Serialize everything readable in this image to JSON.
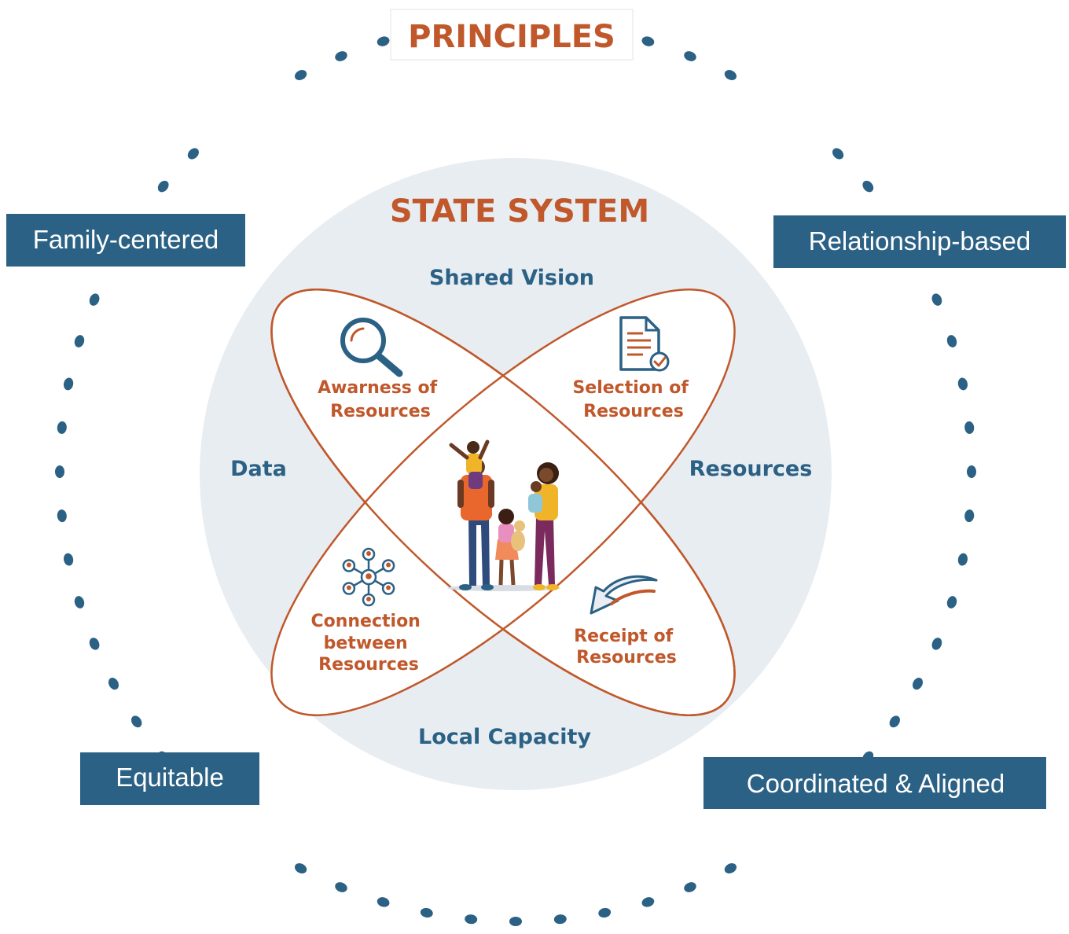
{
  "principles": {
    "title": "PRINCIPLES",
    "items": {
      "family_centered": "Family-centered",
      "relationship_based": "Relationship-based",
      "equitable": "Equitable",
      "coordinated_aligned": "Coordinated & Aligned"
    }
  },
  "state_system": {
    "title": "STATE SYSTEM",
    "pillars": {
      "top": "Shared Vision",
      "left": "Data",
      "right": "Resources",
      "bottom": "Local Capacity"
    }
  },
  "stages": {
    "awareness": [
      "Awarness of",
      "Resources"
    ],
    "selection": [
      "Selection of",
      "Resources"
    ],
    "connection": [
      "Connection",
      "between",
      "Resources"
    ],
    "receipt": [
      "Receipt of",
      "Resources"
    ]
  },
  "icons": {
    "awareness": "magnifying-glass-icon",
    "selection": "document-check-icon",
    "connection": "network-people-icon",
    "receipt": "curved-arrow-icon",
    "center": "family-illustration"
  },
  "colors": {
    "accent_orange": "#c0582b",
    "primary_blue": "#2b6184",
    "circle_fill": "#e8edf2"
  }
}
